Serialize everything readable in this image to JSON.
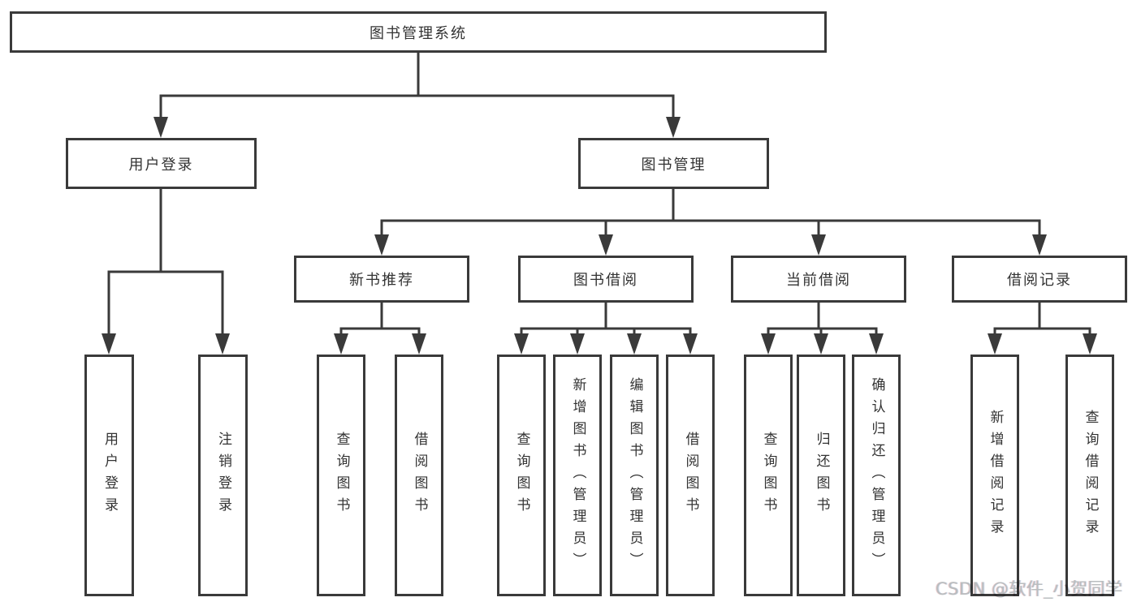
{
  "diagram": {
    "title": "图书管理系统",
    "branches": [
      {
        "label": "用户登录",
        "children": [
          "用户登录",
          "注销登录"
        ]
      },
      {
        "label": "图书管理",
        "sections": [
          {
            "label": "新书推荐",
            "children": [
              "查询图书",
              "借阅图书"
            ]
          },
          {
            "label": "图书借阅",
            "children": [
              "查询图书",
              "新增图书（管理员）",
              "编辑图书（管理员）",
              "借阅图书"
            ]
          },
          {
            "label": "当前借阅",
            "children": [
              "查询图书",
              "归还图书",
              "确认归还（管理员）"
            ]
          },
          {
            "label": "借阅记录",
            "children": [
              "新增借阅记录",
              "查询借阅记录"
            ]
          }
        ]
      }
    ]
  },
  "watermark": {
    "text": "CSDN @软件_小贺同学"
  },
  "colors": {
    "line": "#3a3a3a",
    "box_border": "#3a3a3a",
    "text": "#333333",
    "background": "#ffffff",
    "watermark": "#b9bdbf"
  }
}
